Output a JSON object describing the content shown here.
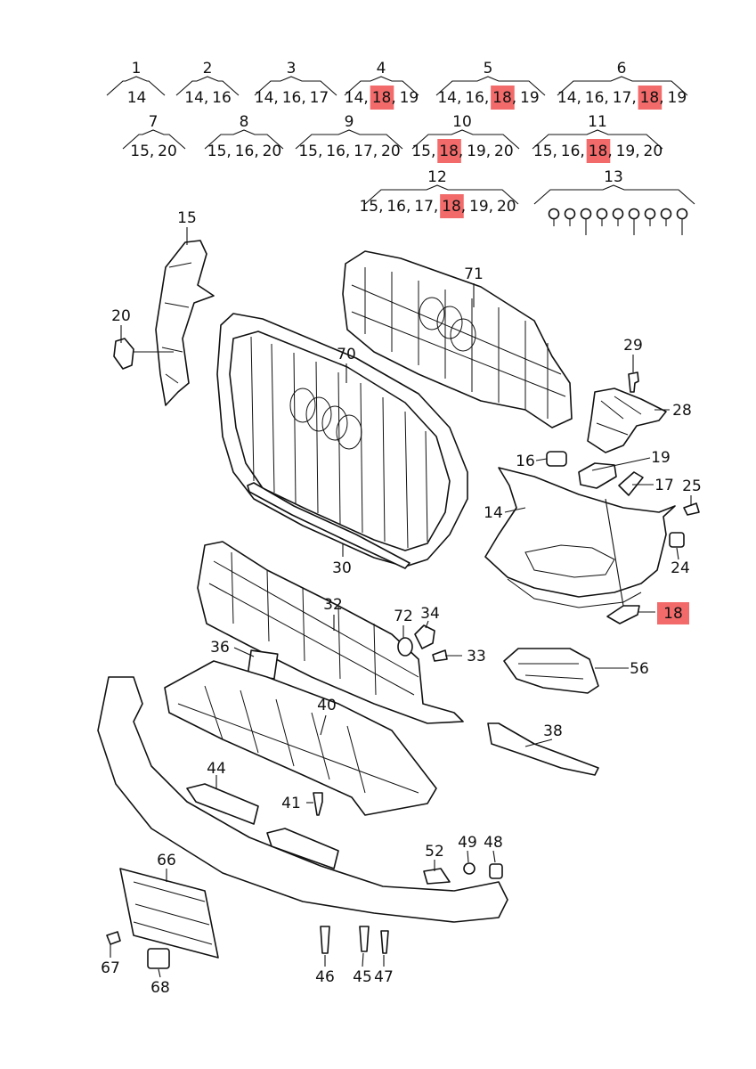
{
  "legend": [
    {
      "num": "1",
      "refs": [
        "14"
      ]
    },
    {
      "num": "2",
      "refs": [
        "14",
        "16"
      ]
    },
    {
      "num": "3",
      "refs": [
        "14",
        "16",
        "17"
      ]
    },
    {
      "num": "4",
      "refs": [
        "14",
        "18",
        "19"
      ]
    },
    {
      "num": "5",
      "refs": [
        "14",
        "16",
        "18",
        "19"
      ]
    },
    {
      "num": "6",
      "refs": [
        "14",
        "16",
        "17",
        "18",
        "19"
      ]
    },
    {
      "num": "7",
      "refs": [
        "15",
        "20"
      ]
    },
    {
      "num": "8",
      "refs": [
        "15",
        "16",
        "20"
      ]
    },
    {
      "num": "9",
      "refs": [
        "15",
        "16",
        "17",
        "20"
      ]
    },
    {
      "num": "10",
      "refs": [
        "15",
        "18",
        "19",
        "20"
      ]
    },
    {
      "num": "11",
      "refs": [
        "15",
        "16",
        "18",
        "19",
        "20"
      ]
    },
    {
      "num": "12",
      "refs": [
        "15",
        "16",
        "17",
        "18",
        "19",
        "20"
      ]
    },
    {
      "num": "13",
      "refs": []
    }
  ],
  "highlight_ref": "18",
  "highlight_color": "#f05050",
  "callouts": [
    "15",
    "20",
    "71",
    "70",
    "29",
    "28",
    "16",
    "19",
    "17",
    "25",
    "14",
    "24",
    "18",
    "30",
    "32",
    "72",
    "34",
    "36",
    "33",
    "56",
    "40",
    "38",
    "44",
    "41",
    "66",
    "52",
    "49",
    "48",
    "67",
    "68",
    "46",
    "45",
    "47"
  ]
}
